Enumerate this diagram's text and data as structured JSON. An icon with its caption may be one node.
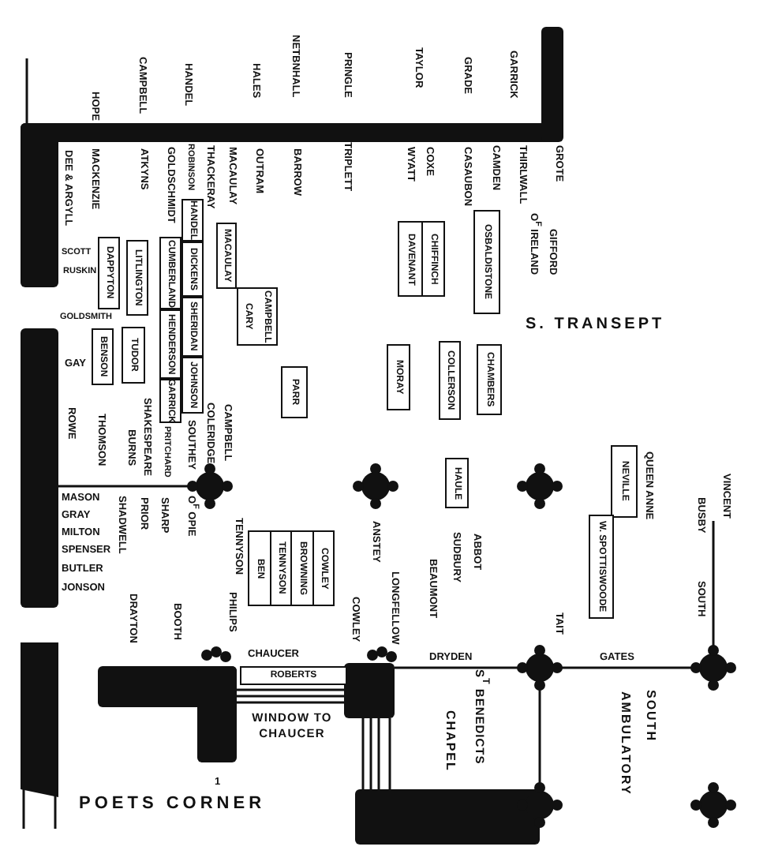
{
  "diagram": {
    "title": "POETS CORNER",
    "nodes": [
      {
        "text": [
          "DAPPYTON"
        ]
      },
      {
        "text": [
          "LITLINGTON"
        ]
      },
      {
        "text": [
          "HANDEL"
        ]
      },
      {
        "text": [
          "CUMBERLAND"
        ]
      },
      {
        "text": [
          "DICKENS"
        ]
      },
      {
        "text": [
          "HENDERSON"
        ]
      },
      {
        "text": [
          "SHERIDAN"
        ]
      },
      {
        "text": [
          "GARRICK"
        ]
      },
      {
        "text": [
          "JOHNSON"
        ]
      },
      {
        "text": [
          "MACAULAY"
        ]
      },
      {
        "text": [
          "CAMPBELL",
          "CARY"
        ]
      },
      {
        "text": [
          "CHIFFINCH",
          "DAVENANT"
        ]
      },
      {
        "text": [
          "OSBALDISTONE"
        ]
      },
      {
        "text": [
          "BENSON"
        ]
      },
      {
        "text": [
          "TUDOR"
        ]
      },
      {
        "text": [
          "PARR"
        ]
      },
      {
        "text": [
          "MORAY"
        ]
      },
      {
        "text": [
          "COLLERSON"
        ]
      },
      {
        "text": [
          "CHAMBERS"
        ]
      },
      {
        "text": [
          "HAULE"
        ]
      },
      {
        "text": [
          "NEVILLE"
        ],
        "beside": [
          "QUEEN ANNE"
        ]
      },
      {
        "text": [
          "W. SPOTTISWOODE"
        ]
      },
      {
        "text": [
          "BEN",
          "TENNYSON",
          "BROWNING",
          "COWLEY"
        ]
      },
      {
        "text": [
          "ROBERTS"
        ]
      }
    ],
    "labels": [
      "HOPE",
      "CAMPBELL",
      "HANDEL",
      "HALES",
      "NETBNHALL",
      "PRINGLE",
      "TAYLOR",
      "GRADE",
      "GARRICK",
      "MACKENZIE",
      "ATKYNS",
      "GOLDSCHMIDT",
      "ROBINSON",
      "THACKERAY",
      "MACAULAY",
      "OUTRAM",
      "BARROW",
      "TRIPLETT",
      "WYATT",
      "COXE",
      "CASAUBON",
      "CAMDEN",
      "THIRLWALL",
      "GROTE",
      "O$^{F}$ IRELAND",
      "GIFFORD",
      "DEE & ARGYLL",
      "SCOTT",
      "RUSKIN",
      "GOLDSMITH",
      "GAY",
      "ROWE",
      "THOMSON",
      "BURNS",
      "SHAKESPEARE",
      "PRITCHARD",
      "SOUTHEY",
      "COLERIDGE",
      "O$^{F}$ OPIE",
      "CAMPBELL",
      "TENNYSON",
      "MASON",
      "GRAY",
      "MILTON",
      "SPENSER",
      "BUTLER",
      "JONSON",
      "SHADWELL",
      "PRIOR",
      "SHARP",
      "ANSTEY",
      "S. TRANSEPT",
      "DRAYTON",
      "BOOTH",
      "PHILIPS",
      "COWLEY",
      "LONGFELLOW",
      "BEAUMONT",
      "SUDBURY",
      "ABBOT",
      "CHAUCER",
      "WINDOW TO CHAUCER",
      "DRYDEN",
      "TAIT",
      "GATES",
      "S$^{T}$ BENEDICTS",
      "CHAPEL",
      "SOUTH",
      "AMBULATORY",
      "VINCENT",
      "BUSBY",
      "SOUTH",
      "1"
    ]
  }
}
